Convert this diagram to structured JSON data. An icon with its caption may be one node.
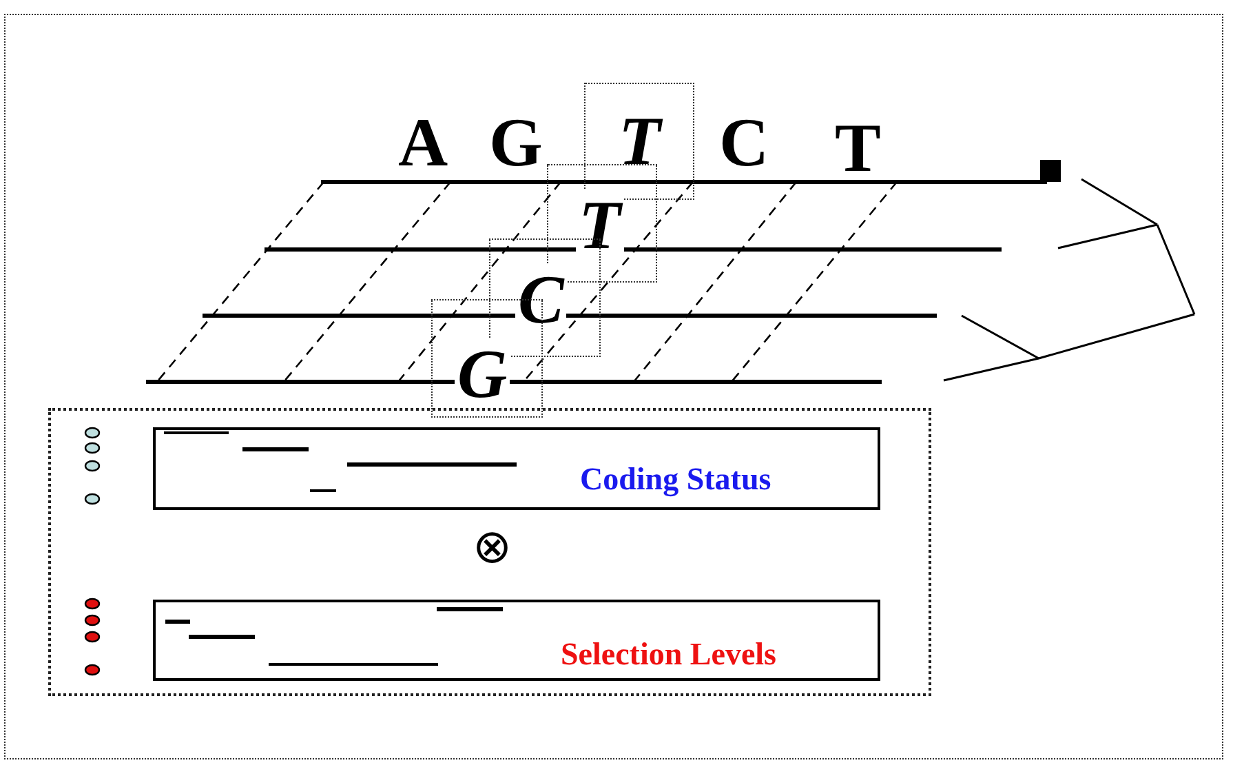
{
  "diagram": {
    "nodes": [
      {
        "text": [],
        "shape": "box"
      },
      {
        "text": [
          "Coding Status"
        ],
        "in": 0
      },
      {
        "text": [
          "Selection Levels"
        ],
        "in": 0
      },
      {
        "text": [
          "T"
        ]
      },
      {
        "text": [
          "T"
        ]
      },
      {
        "text": [
          "C"
        ]
      },
      {
        "text": [
          "G"
        ]
      }
    ],
    "labels": [
      "A",
      "G",
      "C",
      "T",
      "⊗"
    ]
  }
}
